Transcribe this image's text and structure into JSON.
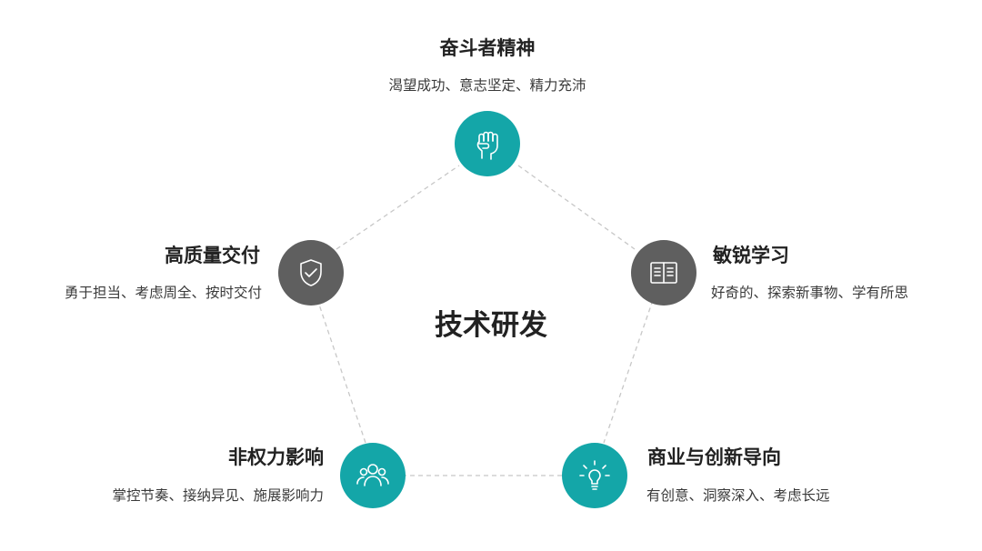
{
  "center": {
    "label": "技术研发"
  },
  "nodes": [
    {
      "id": "top",
      "title": "奋斗者精神",
      "desc": "渴望成功、意志坚定、精力充沛",
      "icon": "fist-icon",
      "color": "#14a6a8"
    },
    {
      "id": "right",
      "title": "敏锐学习",
      "desc": "好奇的、探索新事物、学有所思",
      "icon": "book-icon",
      "color": "#5f5f5f"
    },
    {
      "id": "bottom-right",
      "title": "商业与创新导向",
      "desc": "有创意、洞察深入、考虑长远",
      "icon": "lightbulb-icon",
      "color": "#14a6a8"
    },
    {
      "id": "bottom-left",
      "title": "非权力影响",
      "desc": "掌控节奏、接纳异见、施展影响力",
      "icon": "people-icon",
      "color": "#14a6a8"
    },
    {
      "id": "left",
      "title": "高质量交付",
      "desc": "勇于担当、考虑周全、按时交付",
      "icon": "shield-check-icon",
      "color": "#5f5f5f"
    }
  ],
  "colors": {
    "accent": "#14a6a8",
    "neutral": "#5f5f5f",
    "connector": "#c8c8c8"
  }
}
